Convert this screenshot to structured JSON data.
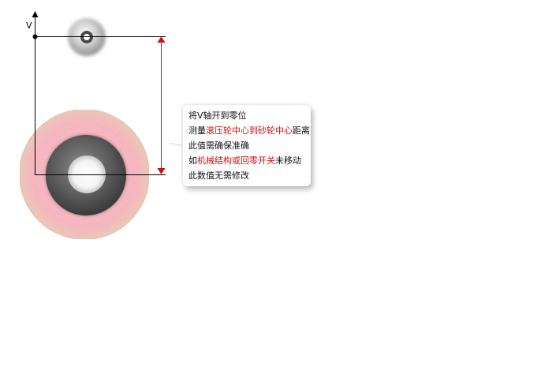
{
  "diagram": {
    "axis_label": "V",
    "colors": {
      "axis": "#000000",
      "dimension": "#d01010",
      "disc_fill": "#f4a0ad",
      "wheel": "#5a5a5a"
    }
  },
  "callout": {
    "lines": [
      {
        "parts": [
          {
            "text": "将V轴开到零位",
            "highlight": false
          }
        ]
      },
      {
        "parts": [
          {
            "text": "测量",
            "highlight": false
          },
          {
            "text": "滚压轮中心到砂轮中心",
            "highlight": true
          },
          {
            "text": "距离",
            "highlight": false
          }
        ]
      },
      {
        "parts": [
          {
            "text": "此值需确保准确",
            "highlight": false
          }
        ]
      },
      {
        "parts": [
          {
            "text": "如",
            "highlight": false
          },
          {
            "text": "机械结构或回零开关",
            "highlight": true
          },
          {
            "text": "未移动",
            "highlight": false
          }
        ]
      },
      {
        "parts": [
          {
            "text": "此数值无需修改",
            "highlight": false
          }
        ]
      }
    ]
  }
}
